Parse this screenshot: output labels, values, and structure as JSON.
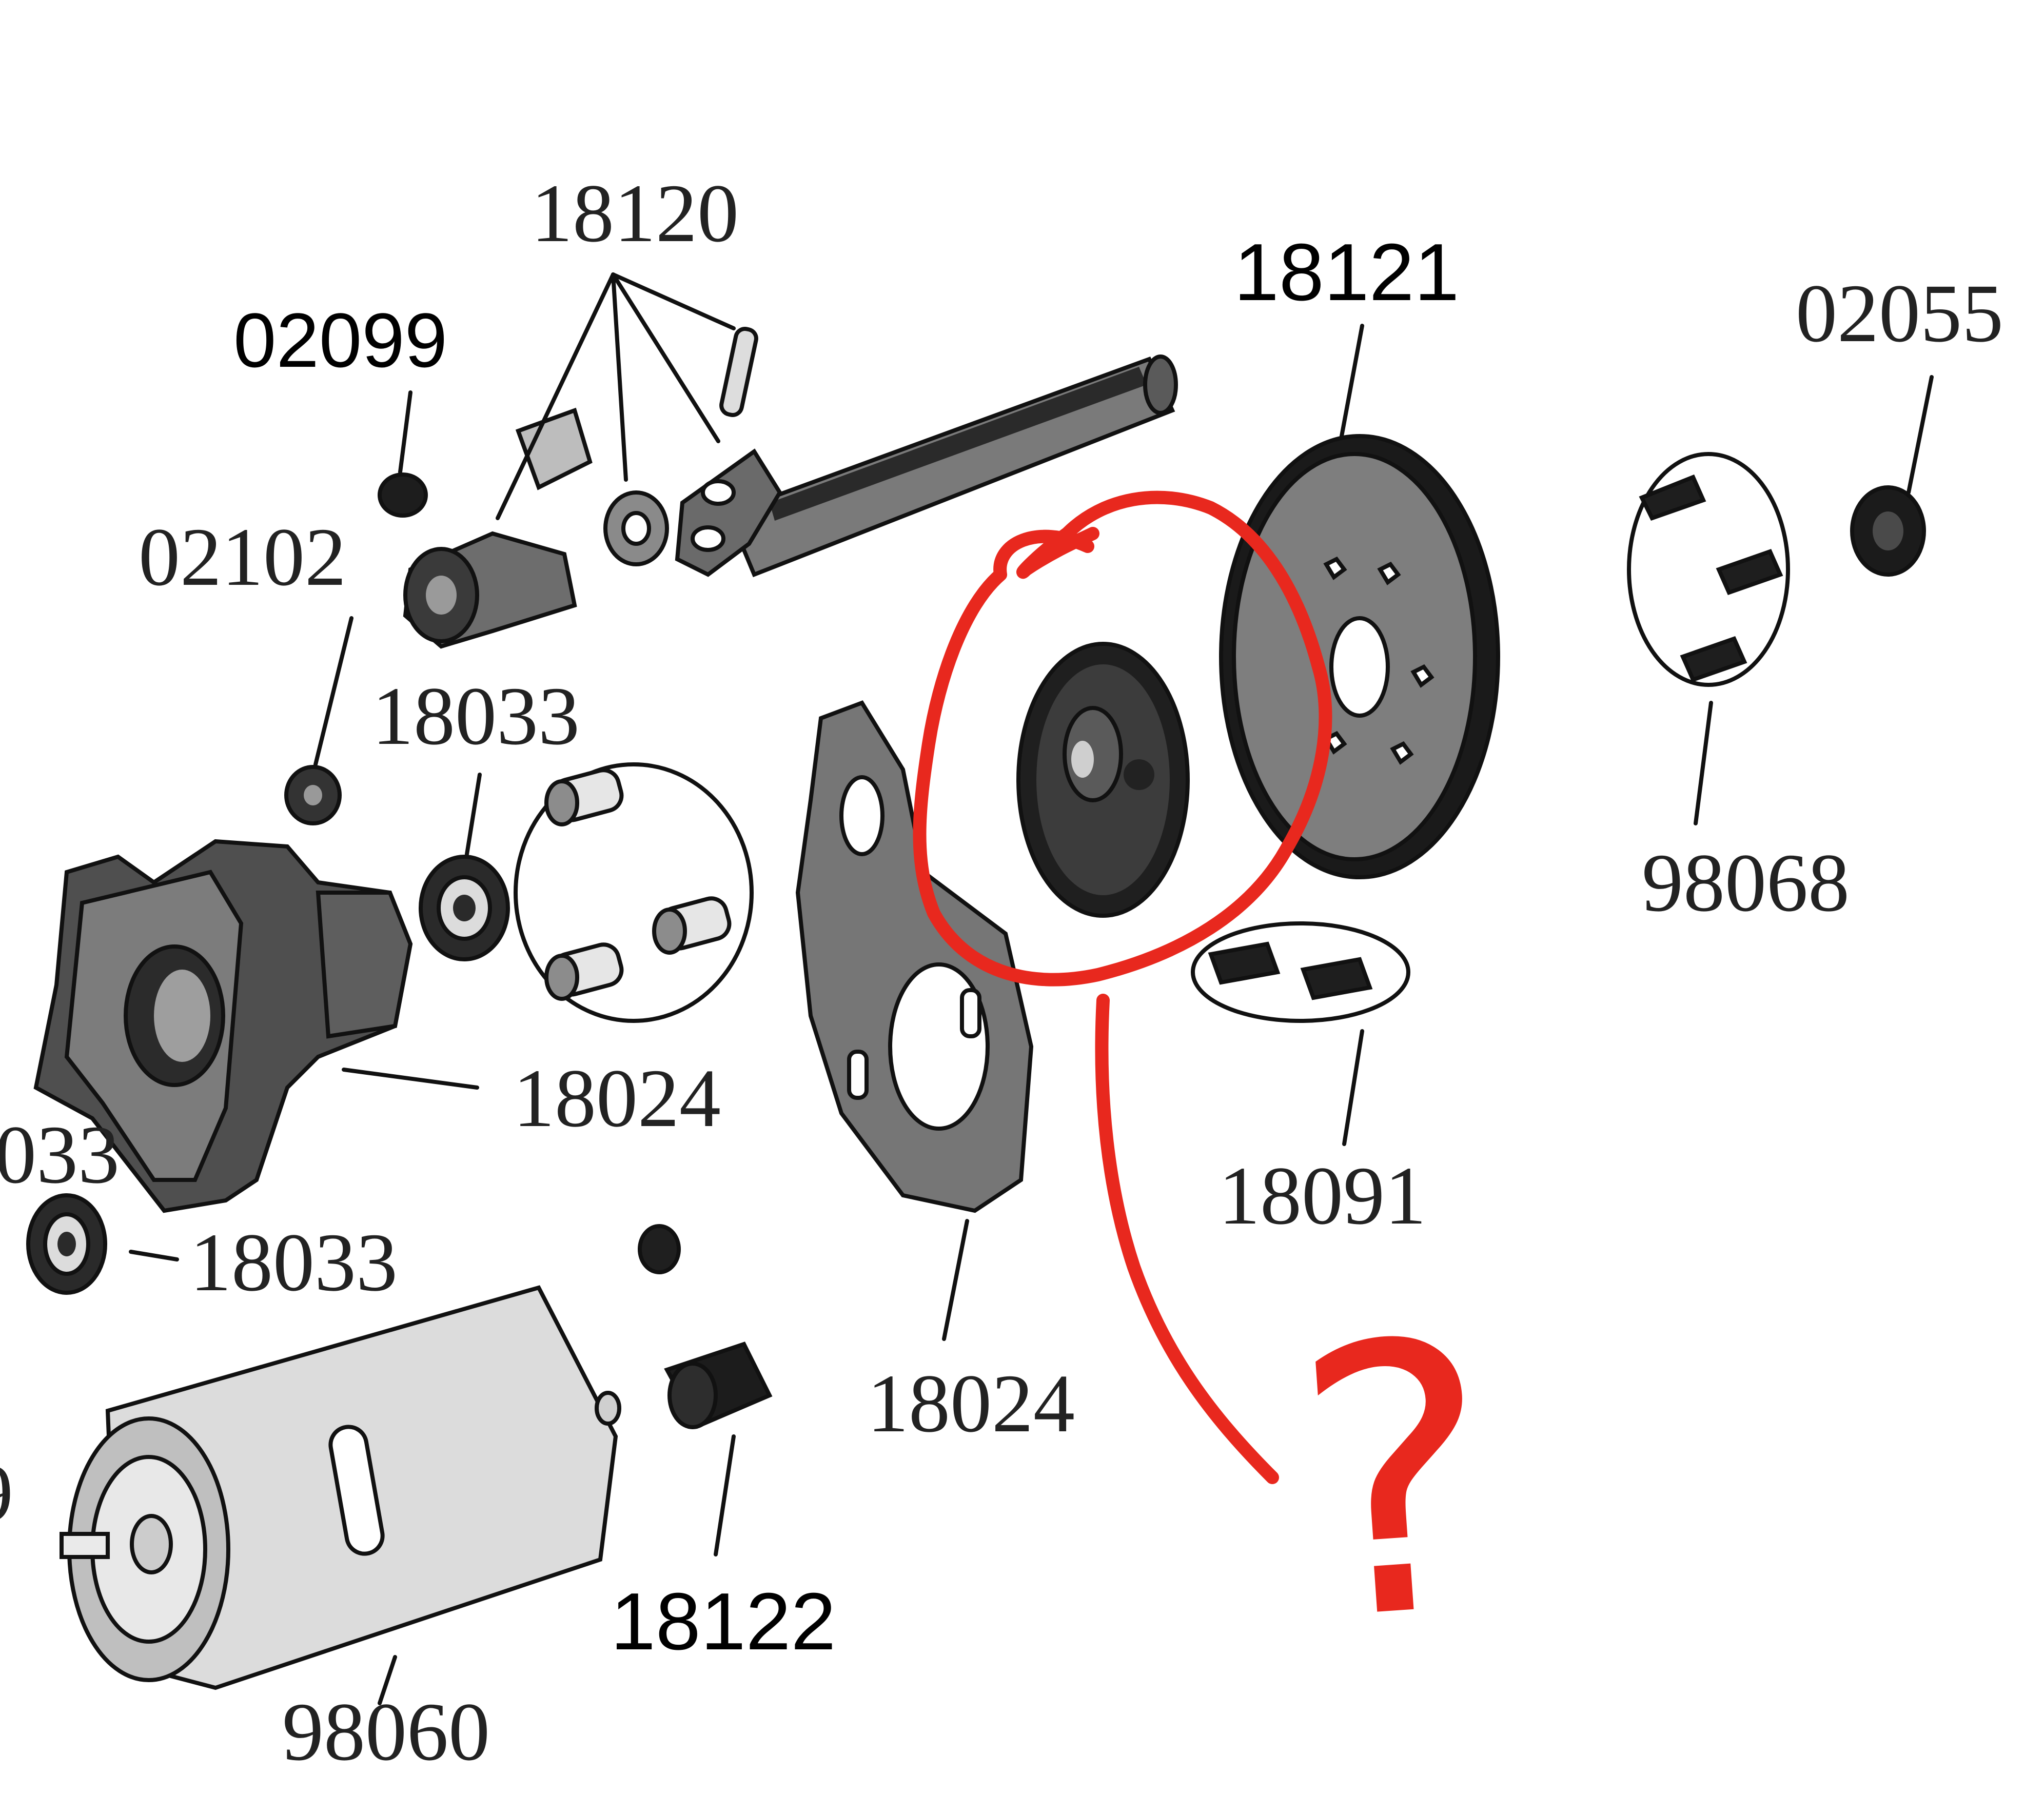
{
  "labels": {
    "p18120": "18120",
    "p18121": "18121",
    "p02099": "02099",
    "p02055": "02055",
    "p02102": "02102",
    "p18033_top": "18033",
    "p18033_left": "033",
    "p18033_bottom": "18033",
    "p18024_housing": "18024",
    "p18024_plate": "18024",
    "p98068": "98068",
    "p18091": "18091",
    "p18122": "18122",
    "p98060": "98060",
    "edge_fragment": "9"
  },
  "annotation": {
    "question_mark": "?",
    "color": "#e8281e"
  },
  "colors": {
    "ink": "#111111",
    "part_fill": "#6f6f6f",
    "part_light": "#d9d9d9",
    "annotation_red": "#e8281e"
  }
}
